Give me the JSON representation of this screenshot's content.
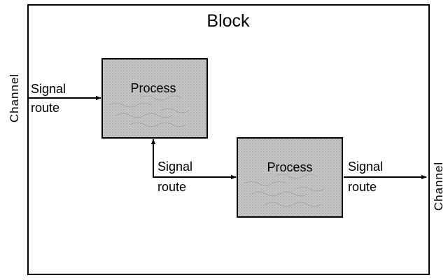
{
  "diagram": {
    "title": "Block",
    "channel_left": "Channel",
    "channel_right": "Channel",
    "processes": [
      {
        "label": "Process"
      },
      {
        "label": "Process"
      }
    ],
    "signal_routes": [
      {
        "line1": "Signal",
        "line2": "route"
      },
      {
        "line1": "Signal",
        "line2": "route"
      },
      {
        "line1": "Signal",
        "line2": "route"
      }
    ],
    "colors": {
      "process_fill": "#c9c9c9",
      "stroke": "#000000"
    }
  }
}
